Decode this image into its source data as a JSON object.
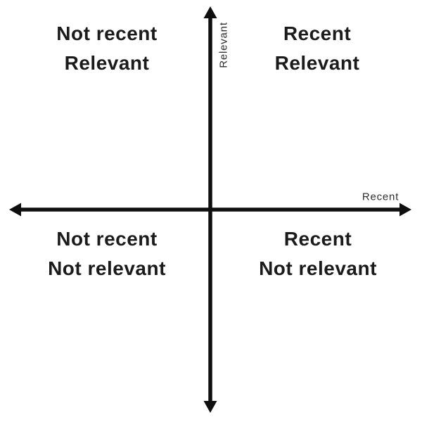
{
  "diagram": {
    "type": "quadrant-matrix",
    "background_color": "#ffffff",
    "line_color": "#0f0f0f",
    "text_color": "#1b1b1b",
    "axes": {
      "x_label": "Recent",
      "y_label": "Relevant",
      "arrows": "double-headed"
    },
    "quadrants": {
      "top_left": {
        "line1": "Not recent",
        "line2": "Relevant"
      },
      "top_right": {
        "line1": "Recent",
        "line2": "Relevant"
      },
      "bottom_left": {
        "line1": "Not recent",
        "line2": "Not relevant"
      },
      "bottom_right": {
        "line1": "Recent",
        "line2": "Not relevant"
      }
    }
  }
}
